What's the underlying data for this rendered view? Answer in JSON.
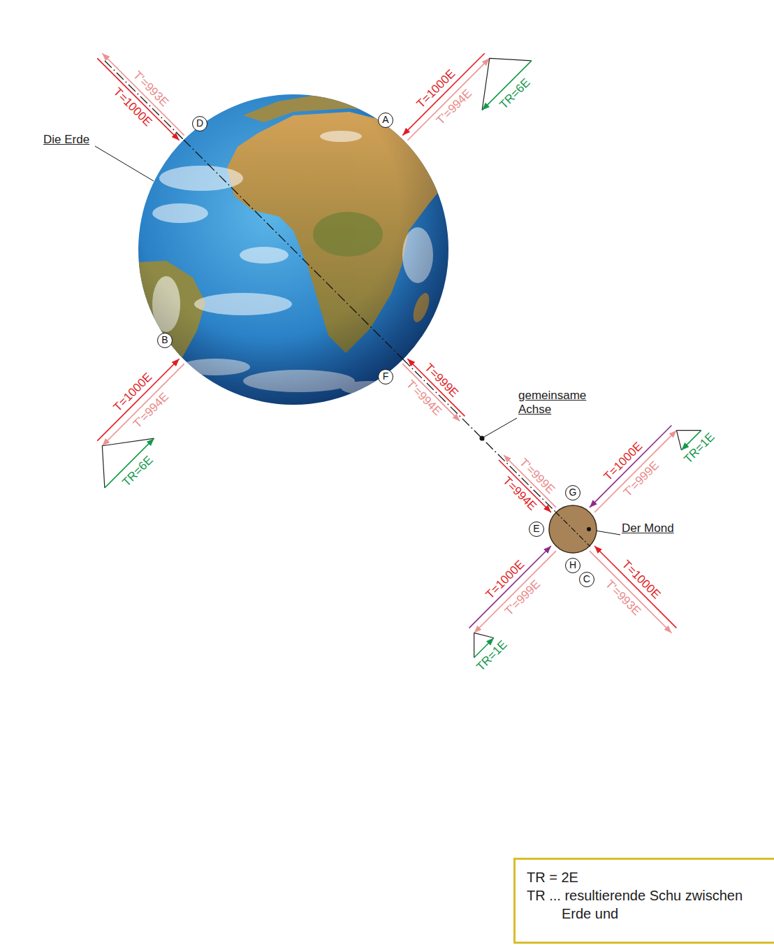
{
  "diagram": {
    "nodes": [
      {
        "text": [
          "Die Erde"
        ]
      },
      {
        "text": [
          "Der Mond"
        ]
      },
      {
        "text": [
          "TR = 2E",
          "TR ... resultierende Schu zwischen Erde und"
        ]
      }
    ],
    "edges": [
      {
        "from": 0,
        "to": 1,
        "arrow": "none"
      }
    ],
    "labels": [
      "T'=993E",
      "T=1000E",
      "D",
      "T=1000E",
      "T'=994E",
      "TR=6E",
      "A",
      "B",
      "T'=994E",
      "T=1000E",
      "TR=6E",
      "F",
      "T=999E",
      "T'=994E",
      "gemeinsame Achse",
      "T'=999E",
      "T=994E",
      "G",
      "E",
      "T=1000E",
      "T'=999E",
      "TR=1E",
      "C",
      "T'=999E",
      "T=1000E",
      "H",
      "TR=1E",
      "T=1000E",
      "T'=993E"
    ]
  }
}
